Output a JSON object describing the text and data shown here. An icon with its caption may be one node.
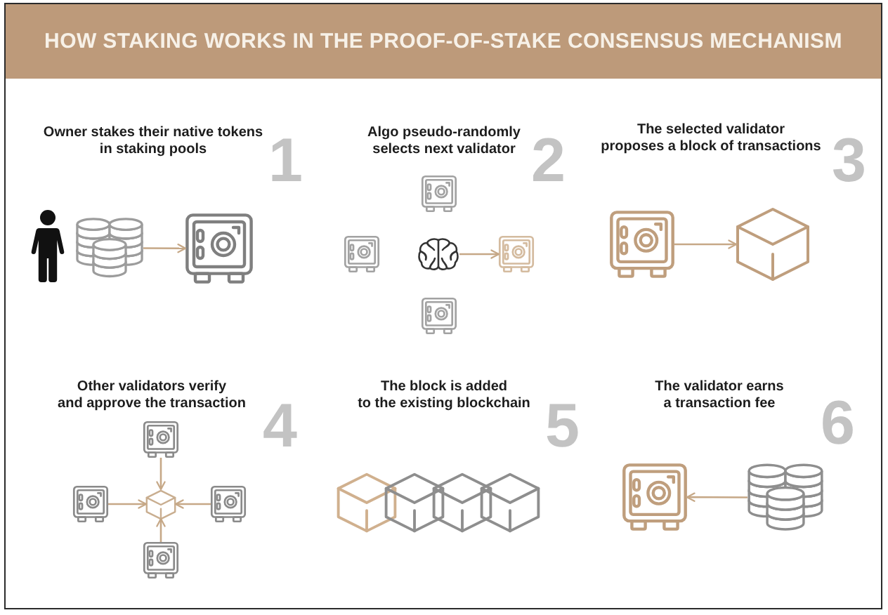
{
  "diagram": {
    "title": "HOW STAKING WORKS IN THE PROOF-OF-STAKE CONSENSUS MECHANISM",
    "nodes": [
      {
        "text": [],
        "shape": "person"
      },
      {
        "text": [],
        "shape": "picture"
      },
      {
        "text": [],
        "shape": "picture"
      },
      {
        "text": [],
        "shape": "picture"
      },
      {
        "text": [],
        "shape": "picture"
      },
      {
        "text": [],
        "shape": "picture"
      },
      {
        "text": [],
        "shape": "picture"
      },
      {
        "text": [],
        "shape": "picture"
      },
      {
        "text": [],
        "shape": "picture"
      },
      {
        "text": [],
        "shape": "cube"
      },
      {
        "text": [],
        "shape": "picture"
      },
      {
        "text": [],
        "shape": "picture"
      },
      {
        "text": [],
        "shape": "cube"
      },
      {
        "text": [],
        "shape": "picture"
      },
      {
        "text": [],
        "shape": "picture"
      },
      {
        "text": [],
        "shape": "cube"
      },
      {
        "text": [],
        "shape": "cube"
      },
      {
        "text": [],
        "shape": "cube"
      },
      {
        "text": [],
        "shape": "cube"
      },
      {
        "text": [],
        "shape": "picture"
      },
      {
        "text": [],
        "shape": "picture"
      }
    ],
    "edges": [
      {
        "from": 1,
        "to": 2,
        "arrow": "to"
      },
      {
        "from": 5,
        "to": 6,
        "arrow": "to"
      },
      {
        "from": 8,
        "to": 9,
        "arrow": "to"
      },
      {
        "from": 10,
        "to": 12,
        "arrow": "to"
      },
      {
        "from": 11,
        "to": 12,
        "arrow": "to"
      },
      {
        "from": 13,
        "to": 12,
        "arrow": "to"
      },
      {
        "from": 14,
        "to": 12,
        "arrow": "to"
      },
      {
        "from": 20,
        "to": 19,
        "arrow": "to"
      }
    ],
    "labels": [
      "Owner stakes their native tokens in staking pools",
      "1",
      "Algo pseudo-randomly selects next validator",
      "2",
      "The selected validator proposes a block of transactions",
      "3",
      "Other validators verify and approve the transaction",
      "4",
      "The block is added to the existing blockchain",
      "5",
      "The validator earns a transaction fee",
      "6"
    ]
  }
}
